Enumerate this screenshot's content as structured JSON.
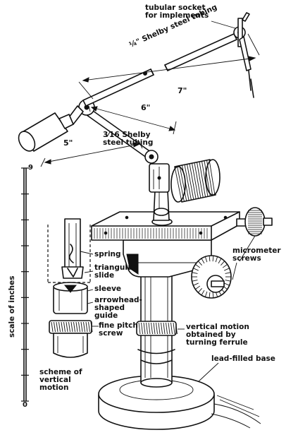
{
  "labels": {
    "tubular_socket": "tubular socket\nfor implements",
    "shelby_quarter": "¼\" Shelby steel tubing",
    "shelby_3_16": "3⁄16 Shelby\nsteel tubing",
    "micrometer": "micrometer\nscrews",
    "spring": "spring",
    "triangular_slide": "triangular\nslide",
    "sleeve": "sleeve",
    "arrowhead_guide": "arrowhead-\nshaped\nguide",
    "fine_pitch": "fine pitch\nscrew",
    "scheme": "scheme of\nvertical\nmotion",
    "vertical_motion": "vertical motion\nobtained by\nturning ferrule",
    "lead_base": "lead-filled base",
    "scale_of_inches": "scale of inches"
  },
  "dimensions": {
    "seven": "7\"",
    "six": "6\"",
    "five": "5\""
  },
  "scale": {
    "top": "9",
    "bottom": "0"
  }
}
